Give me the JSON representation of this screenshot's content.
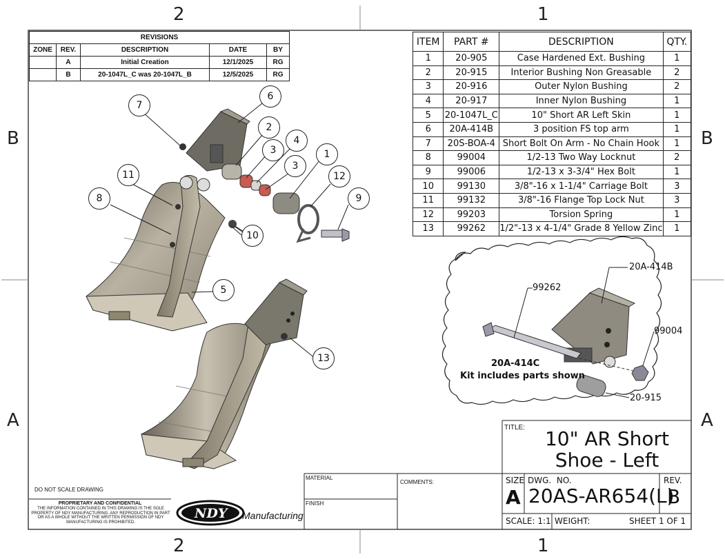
{
  "zones": {
    "top_left": "2",
    "top_right": "1",
    "bottom_left": "2",
    "bottom_right": "1",
    "left_b": "B",
    "left_a": "A",
    "right_b": "B",
    "right_a": "A"
  },
  "revisions": {
    "title": "REVISIONS",
    "headers": [
      "ZONE",
      "REV.",
      "DESCRIPTION",
      "DATE",
      "BY"
    ],
    "rows": [
      [
        "",
        "A",
        "Initial Creation",
        "12/1/2025",
        "RG"
      ],
      [
        "",
        "B",
        "20-1047L_C was 20-1047L_B",
        "12/5/2025",
        "RG"
      ]
    ]
  },
  "bom": {
    "headers": [
      "ITEM",
      "PART #",
      "DESCRIPTION",
      "QTY."
    ],
    "rows": [
      [
        "1",
        "20-905",
        "Case Hardened Ext. Bushing",
        "1"
      ],
      [
        "2",
        "20-915",
        "Interior Bushing Non Greasable",
        "2"
      ],
      [
        "3",
        "20-916",
        "Outer Nylon Bushing",
        "2"
      ],
      [
        "4",
        "20-917",
        "Inner Nylon Bushing",
        "1"
      ],
      [
        "5",
        "20-1047L_C",
        "10\" Short AR Left Skin",
        "1"
      ],
      [
        "6",
        "20A-414B",
        "3 position FS top arm",
        "1"
      ],
      [
        "7",
        "20S-BOA-4",
        "Short Bolt On Arm - No Chain Hook",
        "1"
      ],
      [
        "8",
        "99004",
        "1/2-13 Two Way Locknut",
        "2"
      ],
      [
        "9",
        "99006",
        "1/2-13 x 3-3/4\" Hex Bolt",
        "1"
      ],
      [
        "10",
        "99130",
        "3/8\"-16 x 1-1/4\" Carriage Bolt",
        "3"
      ],
      [
        "11",
        "99132",
        "3/8\"-16 Flange Top Lock Nut",
        "3"
      ],
      [
        "12",
        "99203",
        "Torsion Spring",
        "1"
      ],
      [
        "13",
        "99262",
        "1/2\"-13 x 4-1/4\" Grade 8 Yellow Zinc",
        "1"
      ]
    ]
  },
  "callouts": [
    "1",
    "2",
    "3",
    "3",
    "4",
    "5",
    "6",
    "7",
    "8",
    "9",
    "10",
    "11",
    "12",
    "13"
  ],
  "kit": {
    "labels": {
      "arm": "20A-414B",
      "bolt": "99262",
      "nut": "99004",
      "bushing": "20-915"
    },
    "kit_name": "20A-414C",
    "kit_note": "Kit includes parts shown"
  },
  "title_block": {
    "do_not_scale": "DO NOT SCALE DRAWING",
    "prop_title": "PROPRIETARY AND CONFIDENTIAL",
    "prop_text": "THE INFORMATION CONTAINED IN THIS DRAWING IS THE SOLE PROPERTY OF NDY MANUFACTURING. ANY REPRODUCTION IN PART OR AS A WHOLE WITHOUT THE WRITTEN PERMISSION OF NDY MANUFACTURING IS PROHIBITED.",
    "logo_text": "NDY",
    "logo_sub": "Manufacturing",
    "material_lbl": "MATERIAL",
    "finish_lbl": "FINISH",
    "comments_lbl": "COMMENTS:",
    "title_lbl": "TITLE:",
    "title_line1": "10\" AR Short",
    "title_line2": "Shoe - Left",
    "size_lbl": "SIZE",
    "size_val": "A",
    "dwg_lbl": "DWG.  NO.",
    "dwg_val": "20AS-AR654(L)",
    "rev_lbl": "REV.",
    "rev_val": "B",
    "scale": "SCALE: 1:1",
    "weight": "WEIGHT:",
    "sheet": "SHEET 1 OF 1"
  }
}
